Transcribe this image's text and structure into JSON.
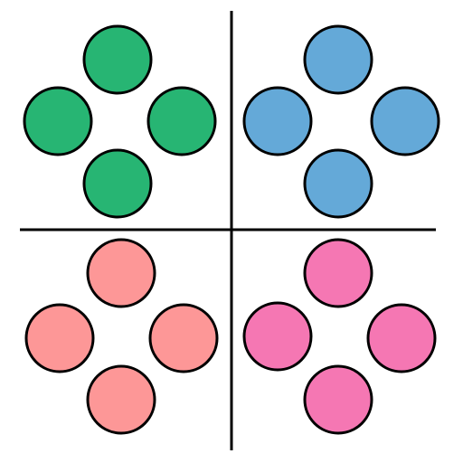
{
  "background": "#ffffff",
  "line_color": "#000000",
  "circle_outline": "#000000",
  "quadrants": [
    {
      "name": "top-left",
      "fill": "#27b573",
      "count": 4,
      "arrangement": "diamond"
    },
    {
      "name": "top-right",
      "fill": "#64a9d8",
      "count": 4,
      "arrangement": "diamond"
    },
    {
      "name": "bottom-left",
      "fill": "#fd9797",
      "count": 4,
      "arrangement": "diamond"
    },
    {
      "name": "bottom-right",
      "fill": "#f577b3",
      "count": 4,
      "arrangement": "diamond"
    }
  ]
}
